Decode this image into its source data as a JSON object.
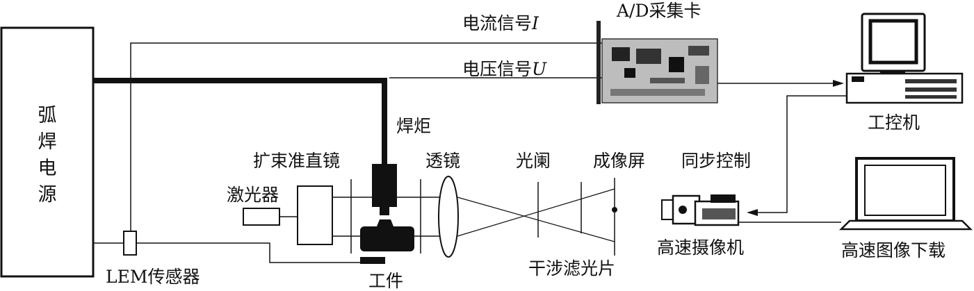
{
  "labels": {
    "power_source": "弧焊电源",
    "current_signal": "电流信号",
    "current_symbol": "I",
    "voltage_signal": "电压信号",
    "voltage_symbol": "U",
    "ad_card": "A/D采集卡",
    "torch": "焊炬",
    "beam_expander": "扩束准直镜",
    "lens": "透镜",
    "aperture": "光阑",
    "imaging_screen": "成像屏",
    "sync_control": "同步控制",
    "laser": "激光器",
    "ipc": "工控机",
    "high_speed_camera": "高速摄像机",
    "image_download": "高速图像下载",
    "lem_sensor": "LEM传感器",
    "workpiece": "工件",
    "interference_filter": "干涉滤光片"
  }
}
